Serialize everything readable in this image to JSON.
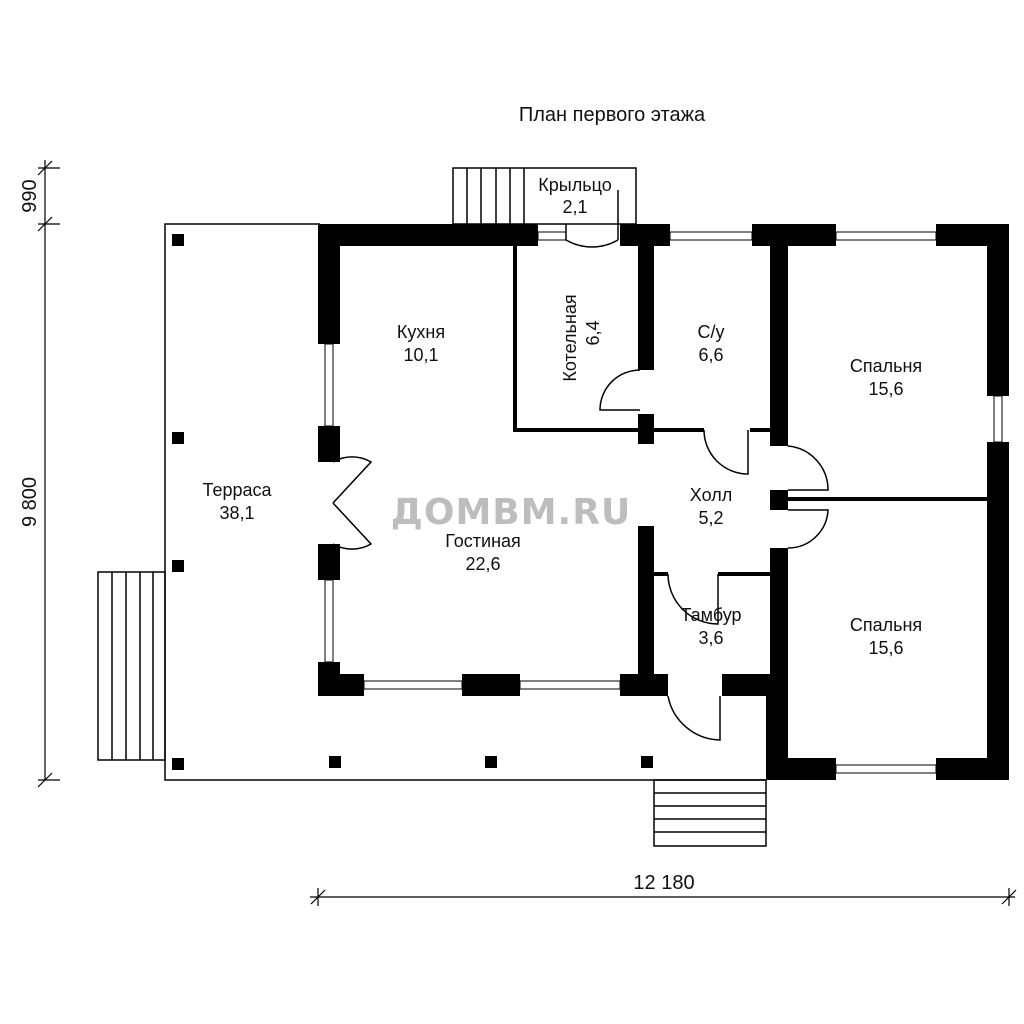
{
  "title": "План первого этажа",
  "watermark": "ДОМВМ.RU",
  "dimensions": {
    "height_top": "990",
    "height_total": "9 800",
    "width_total": "12 180"
  },
  "rooms": {
    "porch": {
      "name": "Крыльцо",
      "area": "2,1"
    },
    "kitchen": {
      "name": "Кухня",
      "area": "10,1"
    },
    "boiler": {
      "name": "Котельная",
      "area": "6,4"
    },
    "bath": {
      "name": "С/у",
      "area": "6,6"
    },
    "bedroom1": {
      "name": "Спальня",
      "area": "15,6"
    },
    "terrace": {
      "name": "Терраса",
      "area": "38,1"
    },
    "hall": {
      "name": "Холл",
      "area": "5,2"
    },
    "living": {
      "name": "Гостиная",
      "area": "22,6"
    },
    "vestibule": {
      "name": "Тамбур",
      "area": "3,6"
    },
    "bedroom2": {
      "name": "Спальня",
      "area": "15,6"
    }
  }
}
